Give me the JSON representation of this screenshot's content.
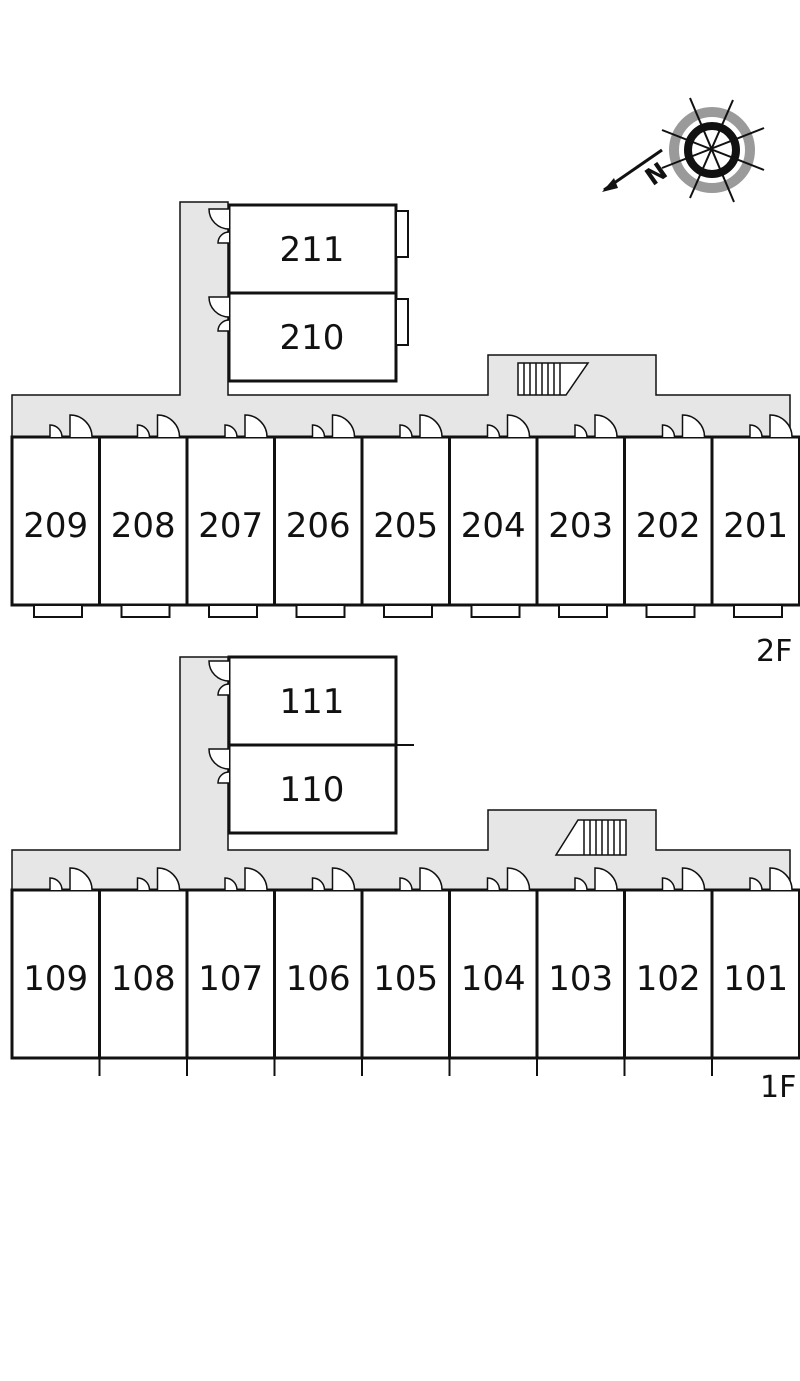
{
  "compass": {
    "north_letter": "N",
    "icon": "compass-icon"
  },
  "floors": [
    {
      "id": "2F",
      "label": "2F",
      "wing_units": [
        "211",
        "210"
      ],
      "row_units": [
        "209",
        "208",
        "207",
        "206",
        "205",
        "204",
        "203",
        "202",
        "201"
      ]
    },
    {
      "id": "1F",
      "label": "1F",
      "wing_units": [
        "111",
        "110"
      ],
      "row_units": [
        "109",
        "108",
        "107",
        "106",
        "105",
        "104",
        "103",
        "102",
        "101"
      ]
    }
  ],
  "colors": {
    "corridor": "#e6e6e6",
    "wall": "#111111",
    "compass_gray": "#9a9a9a"
  }
}
